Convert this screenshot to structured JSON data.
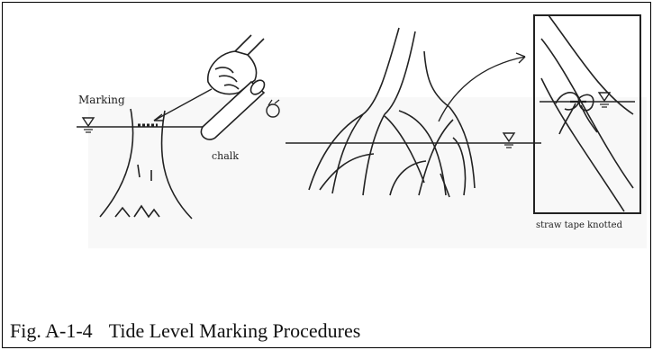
{
  "labels": {
    "marking": "Marking",
    "chalk": "chalk",
    "straw_tape": "straw tape  knotted"
  },
  "caption": {
    "number": "Fig. A-1-4",
    "title": "Tide Level Marking Procedures"
  },
  "icons": [
    "water-level-triangle-icon",
    "hand-with-chalk-icon",
    "knotted-tape-icon"
  ]
}
